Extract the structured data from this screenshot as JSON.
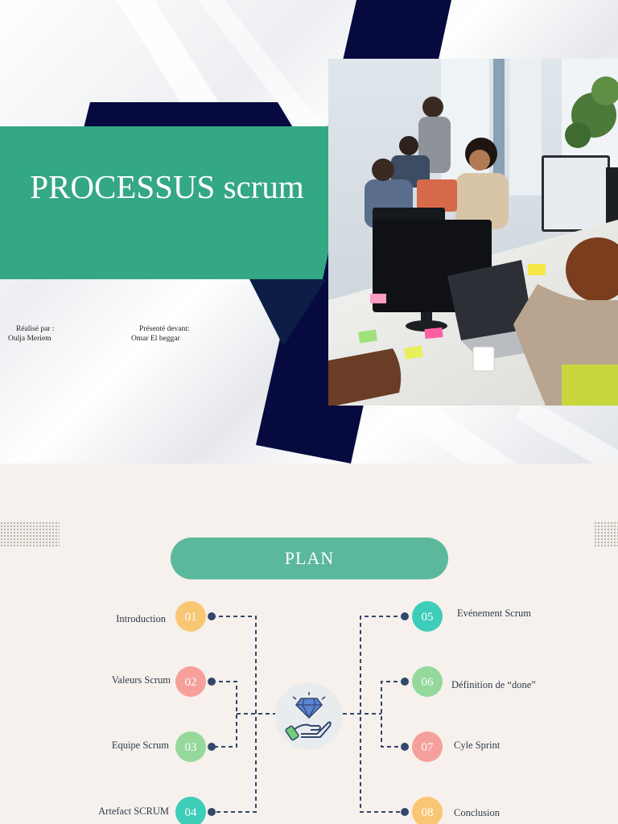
{
  "slide1": {
    "title": "PROCESSUS scrum",
    "realise_label": "Réalisé par :",
    "realise_name": "Oulja Meriem",
    "presente_label": "Présenté devant:",
    "presente_name": "Omar El beggar",
    "colors": {
      "navy": "#060a3f",
      "green": "#34a784"
    }
  },
  "slide2": {
    "heading": "PLAN",
    "items": [
      {
        "num": "01",
        "label": "Introduction",
        "color": "#f9c774"
      },
      {
        "num": "02",
        "label": "Valeurs  Scrum",
        "color": "#f6a09c"
      },
      {
        "num": "03",
        "label": "Equipe Scrum",
        "color": "#95d89b"
      },
      {
        "num": "04",
        "label": "Artefact SCRUM",
        "color": "#3ecdb9"
      },
      {
        "num": "05",
        "label": "Evénement Scrum",
        "color": "#3ecdb9"
      },
      {
        "num": "06",
        "label": "Définition de “done”",
        "color": "#95d89b"
      },
      {
        "num": "07",
        "label": "Cyle Sprint",
        "color": "#f6a09c"
      },
      {
        "num": "08",
        "label": "Conclusion",
        "color": "#f9c774"
      }
    ],
    "center_icon": "diamond-hand-icon"
  }
}
